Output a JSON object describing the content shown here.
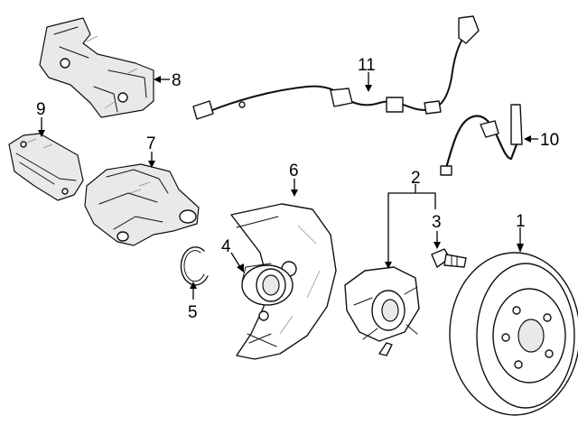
{
  "callouts": [
    {
      "id": "1",
      "label": "1"
    },
    {
      "id": "2",
      "label": "2"
    },
    {
      "id": "3",
      "label": "3"
    },
    {
      "id": "4",
      "label": "4"
    },
    {
      "id": "5",
      "label": "5"
    },
    {
      "id": "6",
      "label": "6"
    },
    {
      "id": "7",
      "label": "7"
    },
    {
      "id": "8",
      "label": "8"
    },
    {
      "id": "9",
      "label": "9"
    },
    {
      "id": "10",
      "label": "10"
    },
    {
      "id": "11",
      "label": "11"
    }
  ],
  "colors": {
    "line": "#111111",
    "background": "#ffffff",
    "shade": "#e9e9e9"
  }
}
